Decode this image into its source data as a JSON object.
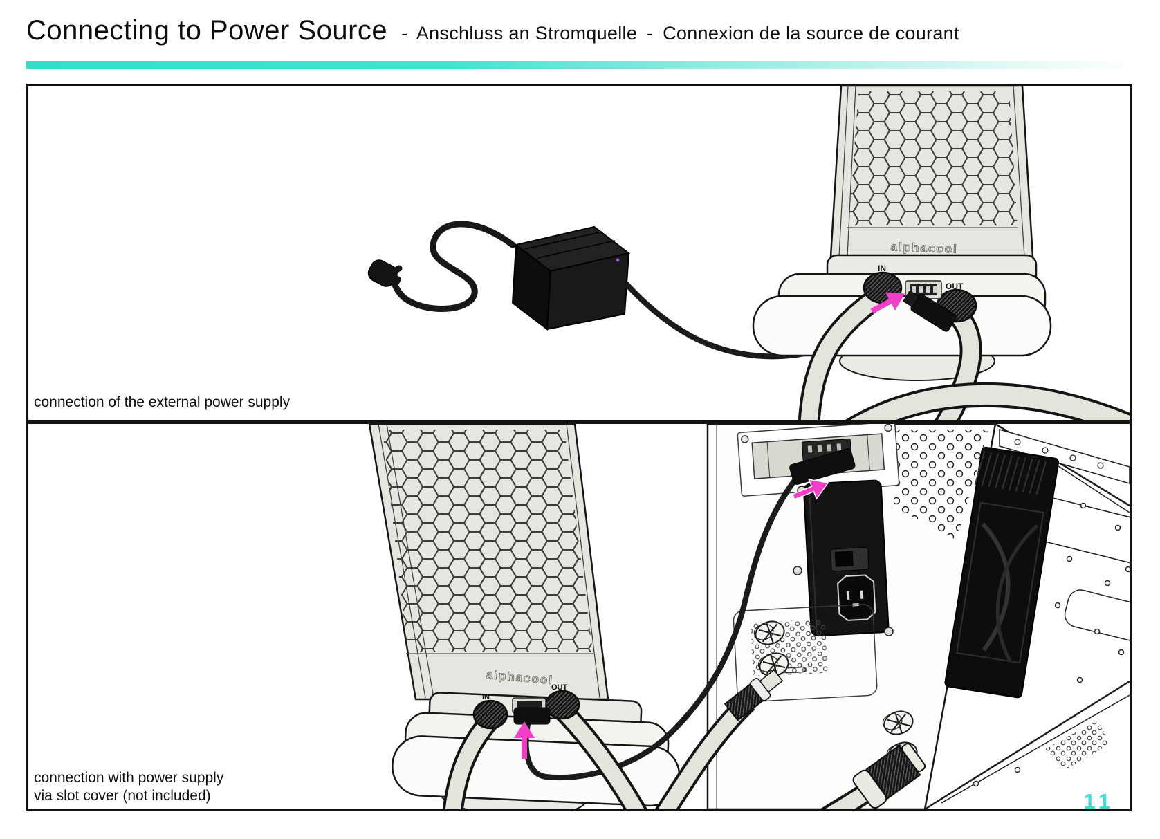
{
  "header": {
    "title_en": "Connecting to Power Source",
    "separator": "-",
    "title_de": "Anschluss an Stromquelle",
    "title_fr": "Connexion de la source de courant"
  },
  "colors": {
    "accent": "#3EDFD0",
    "arrow": "#F23FC7"
  },
  "panels": [
    {
      "id": "external-power-supply",
      "caption": "connection of the external power supply",
      "labels": {
        "in": "IN",
        "out": "OUT",
        "logo": "alphacool"
      }
    },
    {
      "id": "slot-cover-connection",
      "caption_line1": "connection with power supply",
      "caption_line2": "via slot cover (not included)",
      "labels": {
        "in": "IN",
        "out": "OUT",
        "logo": "alphacool"
      }
    }
  ],
  "footer": {
    "page_number": "11"
  }
}
